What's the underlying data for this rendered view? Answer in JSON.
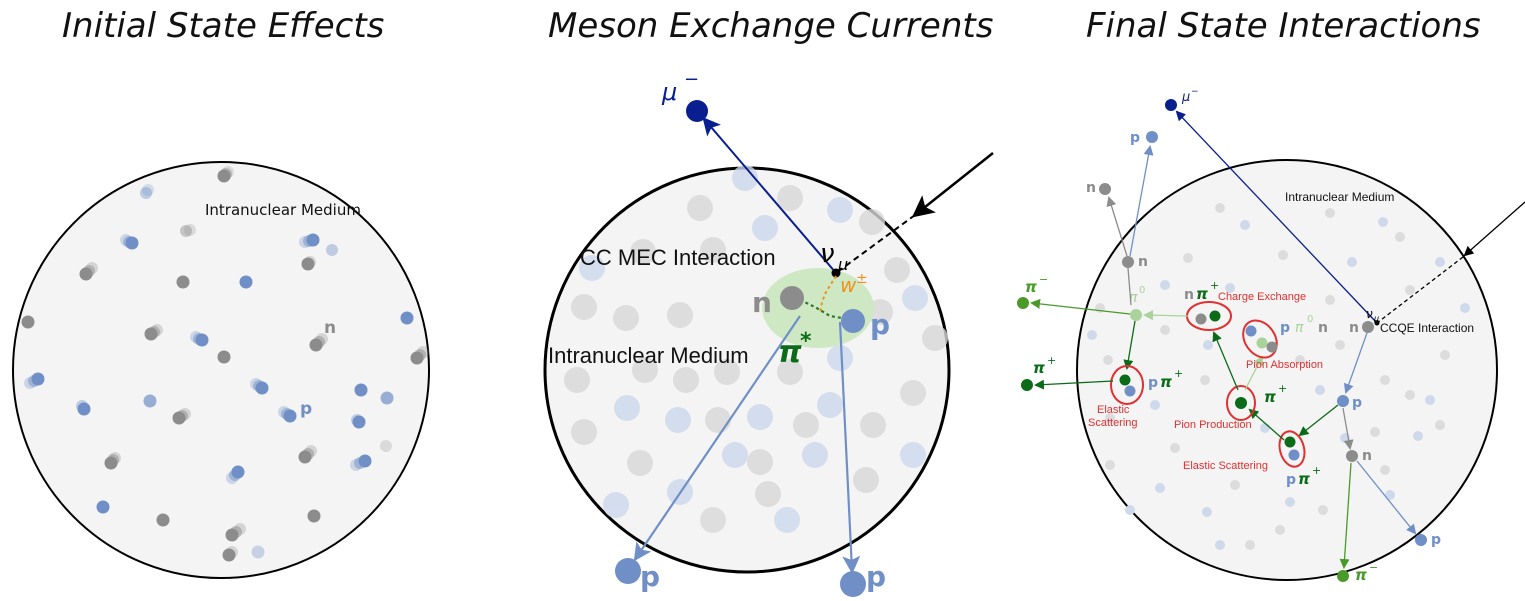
{
  "panels": [
    {
      "title": "Initial State Effects",
      "medium_label": "Intranuclear Medium",
      "labels": {
        "neutron": "n",
        "proton": "p"
      }
    },
    {
      "title": "Meson Exchange Currents",
      "muon": "μ",
      "muon_sup": "−",
      "neutrino": "ν",
      "neutrino_sub": "μ",
      "interaction": "CC MEC Interaction",
      "medium_label": "Intranuclear Medium",
      "w": "w",
      "w_sup": "±",
      "pion": "π",
      "pion_sup": "*",
      "neutron": "n",
      "proton": "p",
      "out_proton_1": "p",
      "out_proton_2": "p"
    },
    {
      "title": "Final State Interactions",
      "medium_label": "Intranuclear Medium",
      "muon": "μ",
      "muon_sup": "−",
      "neutrino": "ν",
      "neutrino_sub": "μ",
      "interaction": "CCQE Interaction",
      "process_labels": {
        "charge_exchange": "Charge Exchange",
        "pion_absorption": "Pion Absorption",
        "elastic_scattering_left_1": "Elastic",
        "elastic_scattering_left_2": "Scattering",
        "pion_production": "Pion Production",
        "elastic_scattering": "Elastic Scattering"
      },
      "particle_labels": {
        "p_top": "p",
        "n_top": "n",
        "n_mid": "n",
        "n_charge": "n",
        "pi_plus_charge": "π",
        "pi_plus_charge_sup": "+",
        "p_absorb": "p",
        "pi0_absorb": "π",
        "pi0_absorb_sup": "0",
        "n_absorb": "n",
        "pi0_left": "π",
        "pi0_left_sup": "0",
        "pi_minus_left": "π",
        "pi_minus_left_sup": "−",
        "pi_plus_left": "π",
        "pi_plus_left_sup": "+",
        "p_elastic": "p",
        "pi_plus_elastic": "π",
        "pi_plus_elastic_sup": "+",
        "pi_plus_prod": "π",
        "pi_plus_prod_sup": "+",
        "n_vertex": "n",
        "p_vertex": "p",
        "n_lower": "n",
        "p_bottom_pair": "p",
        "pi_plus_bottom": "π",
        "pi_plus_bottom_sup": "+",
        "p_exit": "p",
        "pi_minus_bottom": "π",
        "pi_minus_bottom_sup": "−"
      }
    }
  ],
  "colors": {
    "nucleus_fill": "#f4f4f4",
    "neutron": "#8c8c8c",
    "proton": "#6f8fc6",
    "muon": "#0a1f8f",
    "pion_dark": "#0b6b18",
    "pion_light": "#a9d39a",
    "pion_mid": "#4a9a2a",
    "process_red": "#e03030",
    "w_orange": "#f0901a",
    "mec_blob": "#cfe8c4"
  }
}
